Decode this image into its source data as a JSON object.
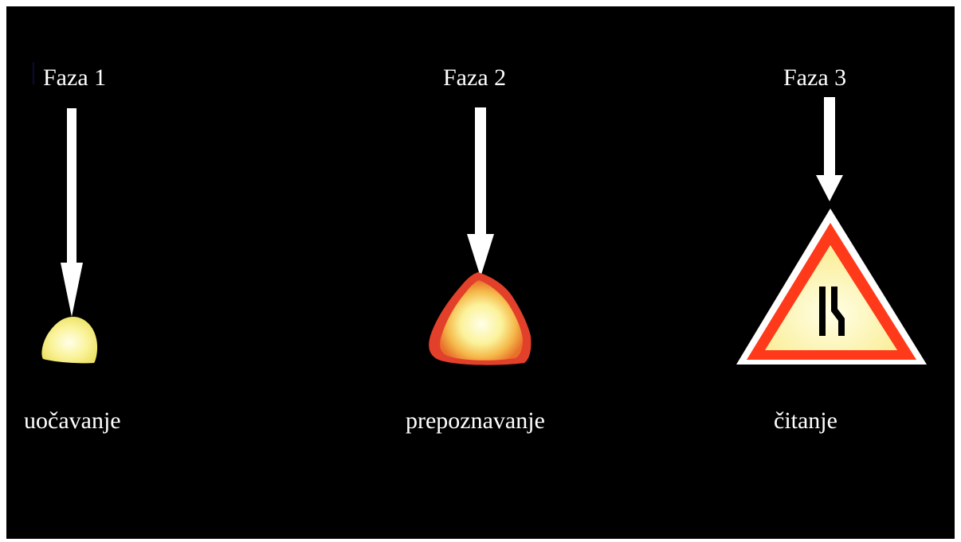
{
  "phases": [
    {
      "title": "Faza 1",
      "caption": "uočavanje"
    },
    {
      "title": "Faza 2",
      "caption": "prepoznavanje"
    },
    {
      "title": "Faza 3",
      "caption": "čitanje"
    }
  ],
  "colors": {
    "background": "#000000",
    "text": "#ffffff",
    "arrow": "#ffffff",
    "glow_core": "#ffffe0",
    "glow_yellow": "#f5f07a",
    "glow_orange": "#f08a2a",
    "glow_red": "#e0402a",
    "sign_border": "#ff3a1a",
    "sign_fill": "#fff6c0",
    "sign_symbol": "#000000"
  },
  "icons": {
    "phase1": "small-yellow-glow-icon",
    "phase2": "orange-glow-blob-icon",
    "phase3": "road-narrows-warning-sign-icon"
  }
}
